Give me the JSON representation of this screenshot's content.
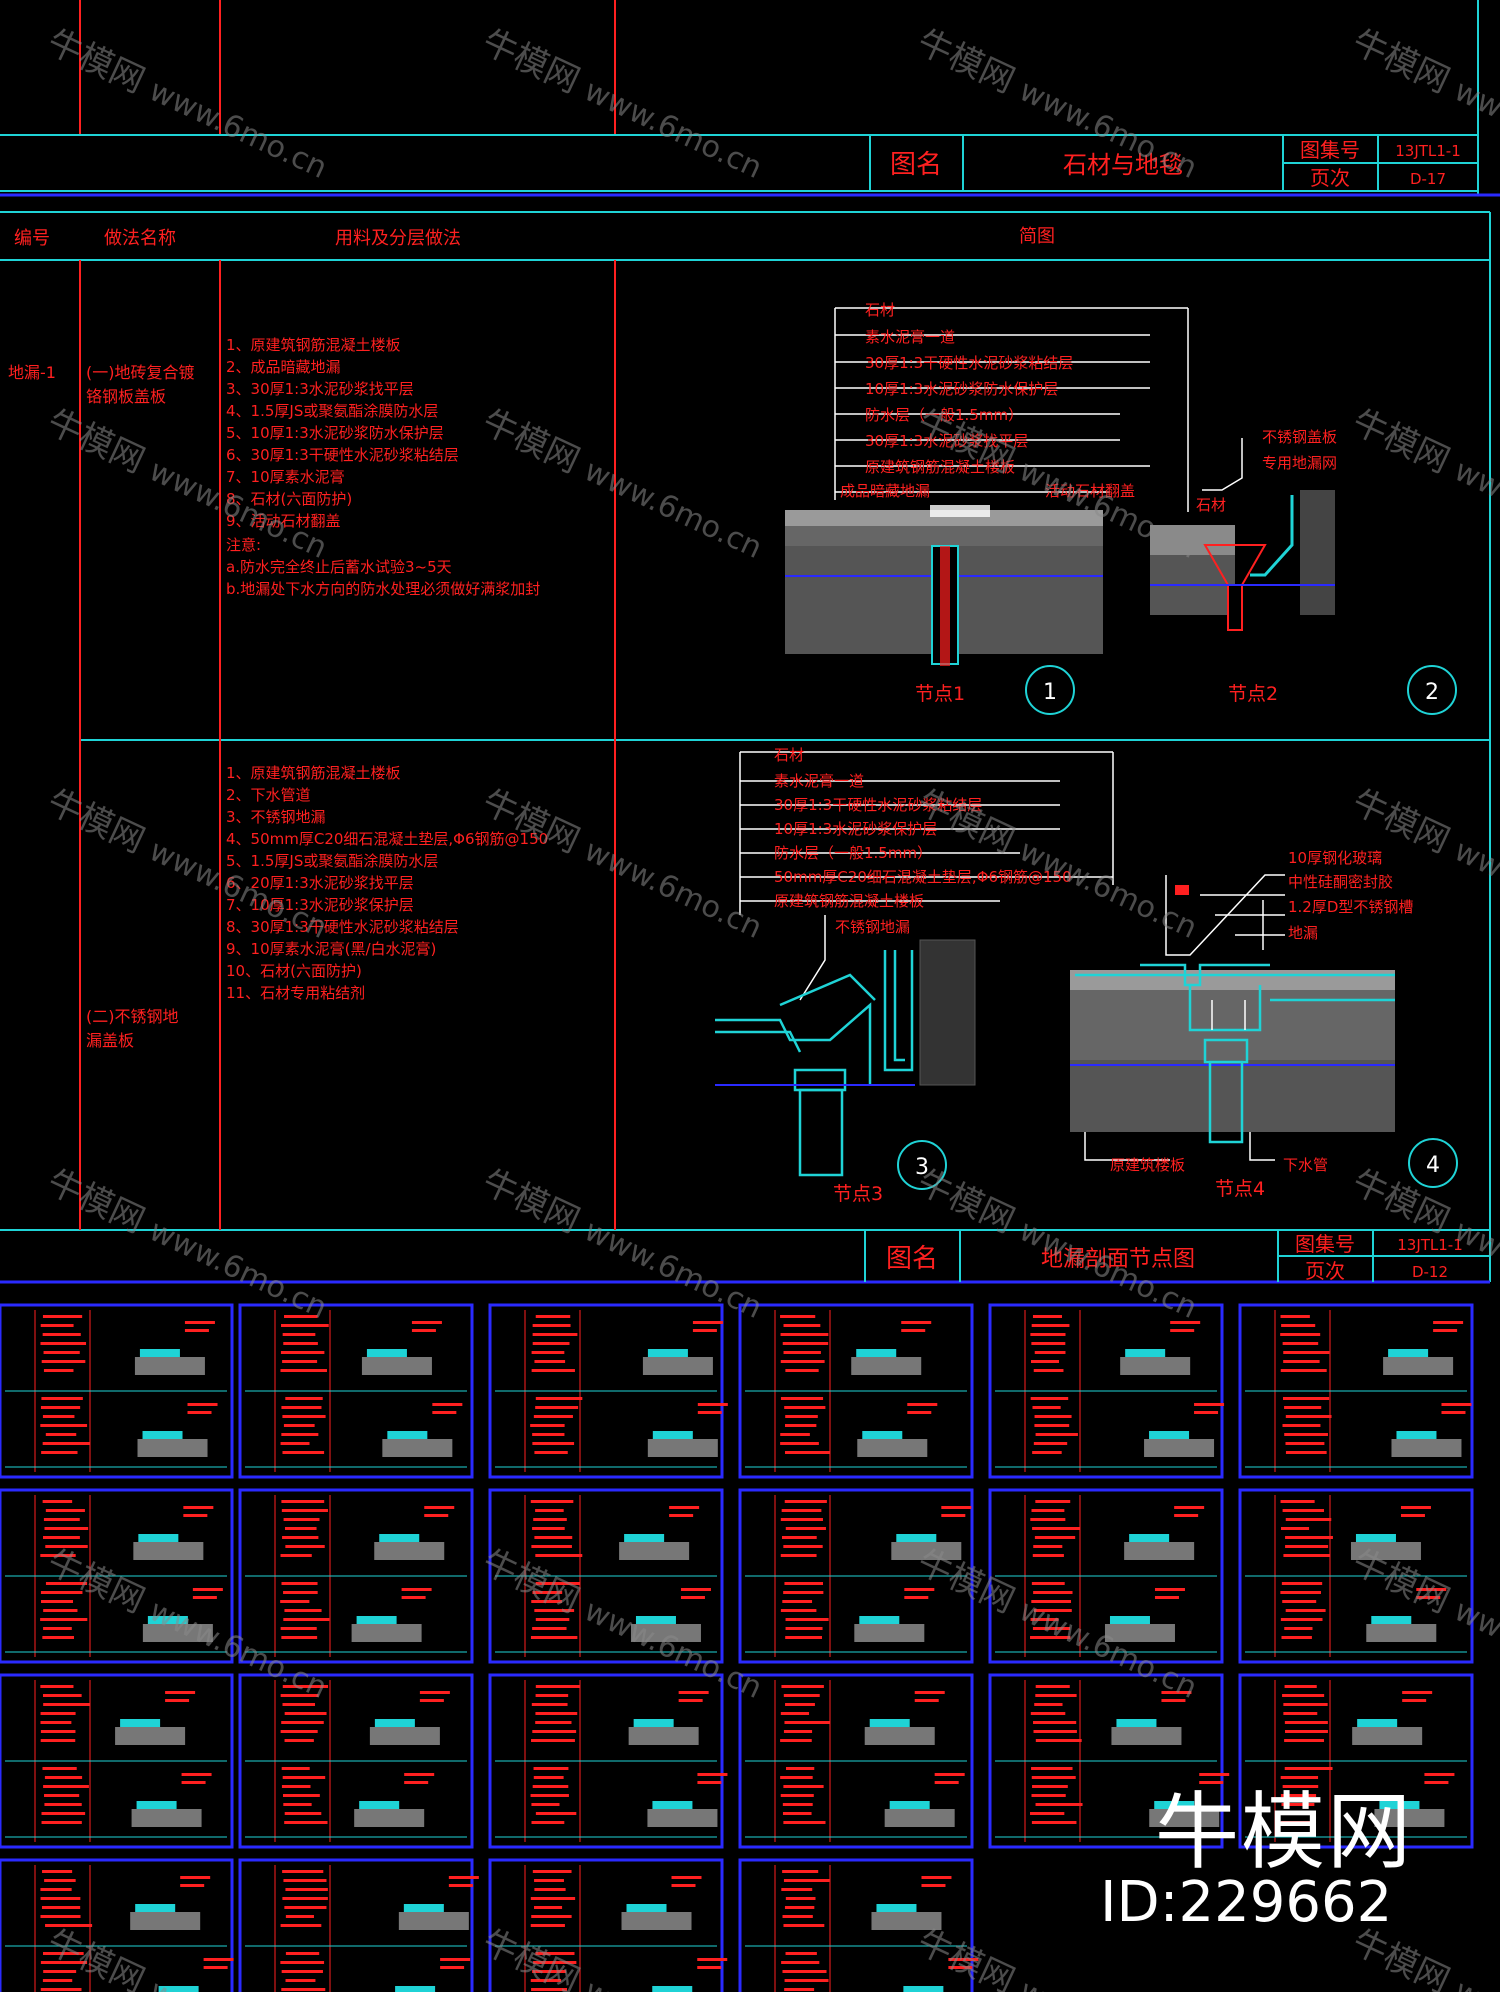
{
  "colors": {
    "cyan": "#1fd3d6",
    "red": "#ff2020",
    "blue": "#2a2aff",
    "white": "#ffffff",
    "bg": "#000000"
  },
  "sheet1": {
    "title_label": "图名",
    "title": "石材与地毯",
    "atlas_label": "图集号",
    "atlas_no": "13JTL1-1",
    "page_label": "页次",
    "page_no": "D-17"
  },
  "sheet2": {
    "headers": {
      "code": "编号",
      "method": "做法名称",
      "materials": "用料及分层做法",
      "sketch": "简图"
    },
    "row1": {
      "code": "地漏-1",
      "method": [
        "(一)地砖复合镀",
        "铬钢板盖板"
      ],
      "steps": [
        "1、原建筑钢筋混凝土楼板",
        "2、成品暗藏地漏",
        "3、30厚1:3水泥砂浆找平层",
        "4、1.5厚JS或聚氨酯涂膜防水层",
        "5、10厚1:3水泥砂浆防水保护层",
        "6、30厚1:3干硬性水泥砂浆粘结层",
        "7、10厚素水泥膏",
        "8、石材(六面防护)",
        "9、活动石材翻盖"
      ],
      "notes": [
        "注意:",
        "a.防水完全终止后蓄水试验3~5天",
        "b.地漏处下水方向的防水处理必须做好满浆加封"
      ],
      "node1_labels": [
        "石材",
        "素水泥膏一道",
        "30厚1:3干硬性水泥砂浆粘结层",
        "10厚1:3水泥砂浆防水保护层",
        "防水层（一般1.5mm）",
        "30厚1:3水泥砂浆找平层",
        "原建筑钢筋混凝土楼板",
        "成品暗藏地漏",
        "活动石材翻盖"
      ],
      "node2_labels": [
        "不锈钢盖板",
        "专用地漏网",
        "石材"
      ],
      "node1": "节点1",
      "node1_num": "1",
      "node2": "节点2",
      "node2_num": "2"
    },
    "row2": {
      "method": [
        "(二)不锈钢地",
        "漏盖板"
      ],
      "steps": [
        "1、原建筑钢筋混凝土楼板",
        "2、下水管道",
        "3、不锈钢地漏",
        "4、50mm厚C20细石混凝土垫层,Φ6钢筋@150",
        "5、1.5厚JS或聚氨酯涂膜防水层",
        "6、20厚1:3水泥砂浆找平层",
        "7、10厚1:3水泥砂浆保护层",
        "8、30厚1:3干硬性水泥砂浆粘结层",
        "9、10厚素水泥膏(黑/白水泥膏)",
        "10、石材(六面防护)",
        "11、石材专用粘结剂"
      ],
      "node3_labels": [
        "石材",
        "素水泥膏一道",
        "30厚1:3干硬性水泥砂浆粘结层",
        "10厚1:3水泥砂浆保护层",
        "防水层（一般1.5mm）",
        "50mm厚C20细石混凝土垫层,Φ6钢筋@150",
        "原建筑钢筋混凝土楼板",
        "不锈钢地漏"
      ],
      "node4_labels": [
        "10厚钢化玻璃",
        "中性硅酮密封胶",
        "1.2厚D型不锈钢槽",
        "地漏",
        "原建筑楼板",
        "下水管"
      ],
      "node3": "节点3",
      "node3_num": "3",
      "node4": "节点4",
      "node4_num": "4"
    },
    "title_label": "图名",
    "title": "地漏剖面节点图",
    "atlas_label": "图集号",
    "atlas_no": "13JTL1-1",
    "page_label": "页次",
    "page_no": "D-12"
  },
  "watermark": {
    "brand": "牛模网",
    "url": "www.6mo.cn"
  },
  "logo": {
    "brand": "牛模网",
    "id": "ID:229662"
  }
}
